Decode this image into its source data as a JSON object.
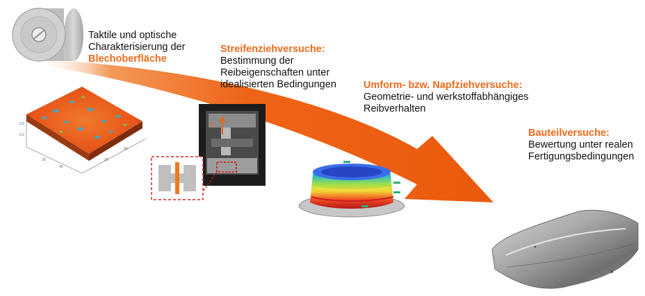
{
  "colors": {
    "accent": "#ec6a1c",
    "arrow": "#ee6417",
    "text": "#111111",
    "callout_border": "#d42020"
  },
  "blocks": [
    {
      "lines": [
        "Taktile und optische",
        "Charakterisierung der"
      ],
      "highlight": "Blechoberfläche"
    },
    {
      "title": "Streifenziehversuche:",
      "lines": [
        "Bestimmung der",
        "Reibeigenschaften unter",
        "idealisierten Bedingungen"
      ]
    },
    {
      "title": "Umform- bzw. Napfziehversuche:",
      "lines": [
        "Geometrie- und werkstoffabhängiges",
        "Reibverhalten"
      ]
    },
    {
      "title": "Bauteilversuche:",
      "lines": [
        "Bewertung unter realen",
        "Fertigungsbedingungen"
      ]
    }
  ],
  "images": {
    "coil_icon": "sheet-metal-coil-icon",
    "surface_plot": "surface-topography-3d-plot",
    "strip_test": "strip-drawing-test-rig-photo",
    "velocity_label": "v",
    "cup_scan": "deep-drawn-cup-strain-scan",
    "car_part": "car-hood-component"
  }
}
